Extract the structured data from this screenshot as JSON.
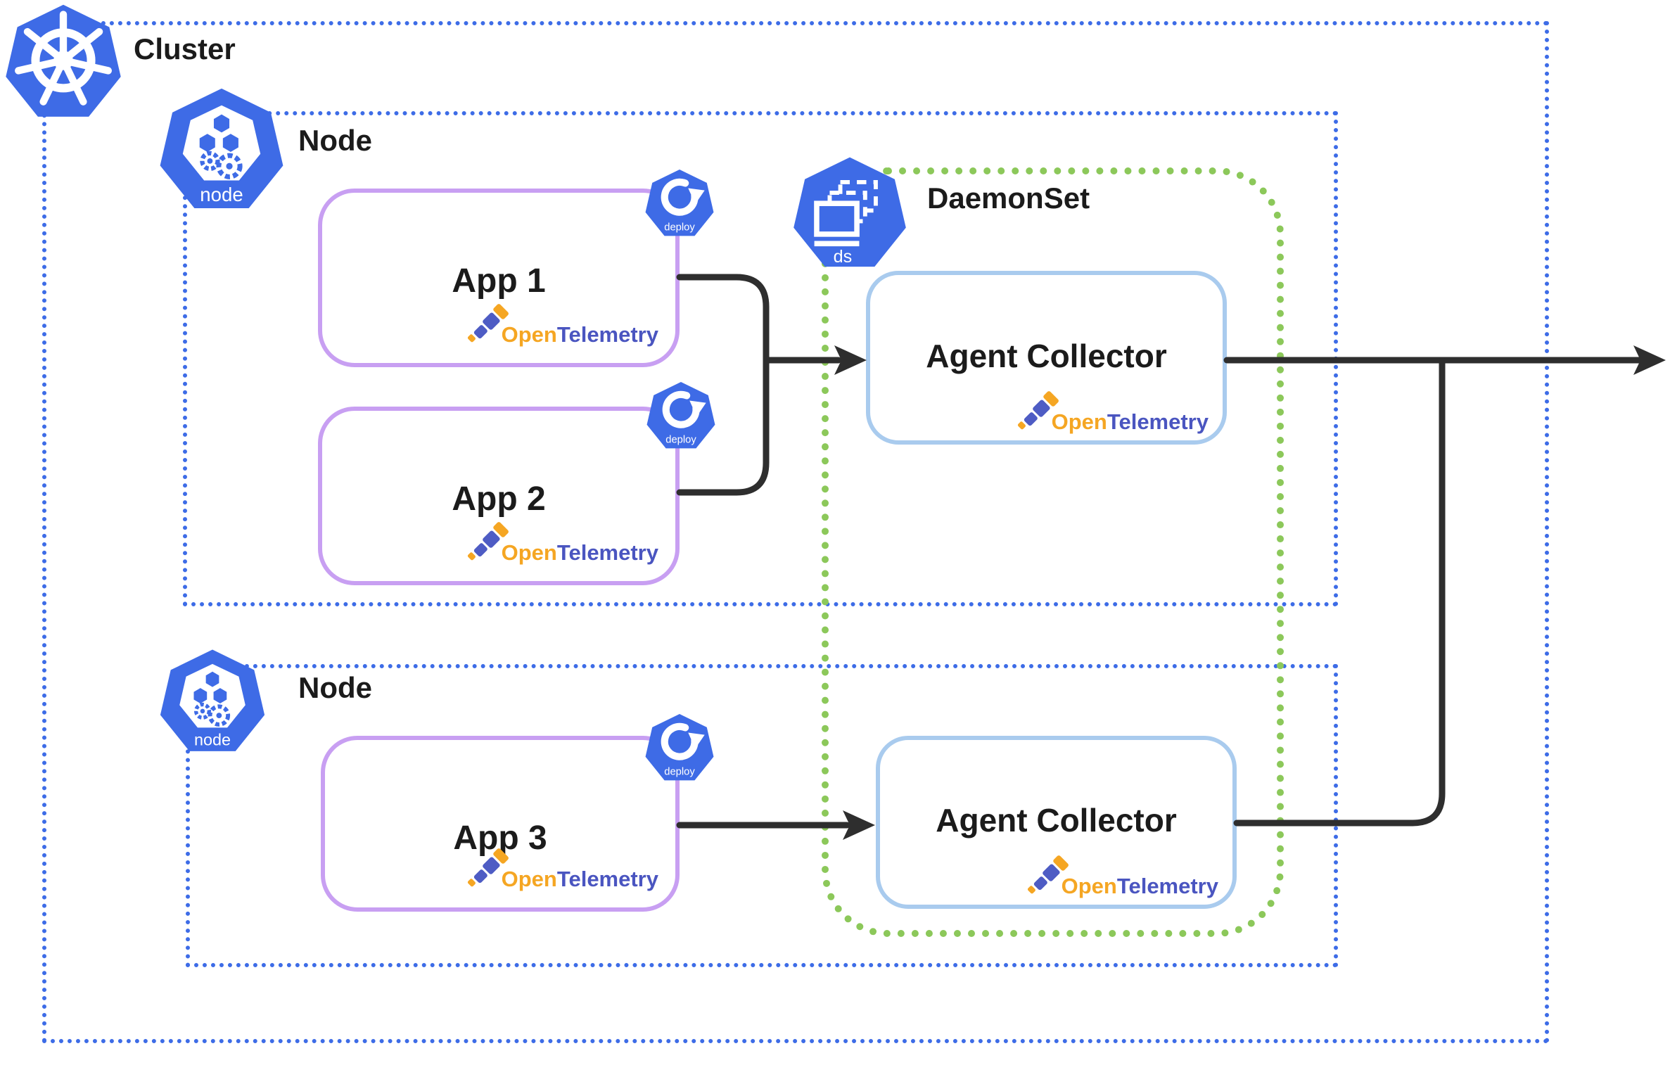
{
  "cluster": {
    "label": "Cluster"
  },
  "nodes": [
    {
      "label": "Node",
      "icon_caption": "node",
      "apps": [
        {
          "label": "App 1"
        },
        {
          "label": "App 2"
        }
      ]
    },
    {
      "label": "Node",
      "icon_caption": "node",
      "apps": [
        {
          "label": "App 3"
        }
      ]
    }
  ],
  "daemonset": {
    "label": "DaemonSet",
    "icon_caption": "ds",
    "collectors": [
      {
        "label": "Agent Collector"
      },
      {
        "label": "Agent Collector"
      }
    ]
  },
  "deploy_badge": {
    "caption": "deploy"
  },
  "otel": {
    "open": "Open",
    "telemetry": "Telemetry"
  },
  "colors": {
    "kubernetes_blue": "#3e6be6",
    "boundary_dotted_blue": "#3d6ce7",
    "app_border_purple": "#c89ff2",
    "collector_border_blue": "#a9cbee",
    "daemonset_border_green": "#8cc85a",
    "arrow_dark": "#2e2e2e",
    "otel_orange": "#f5a623",
    "otel_indigo": "#4a55c0",
    "label_dark": "#1b1b1b"
  }
}
